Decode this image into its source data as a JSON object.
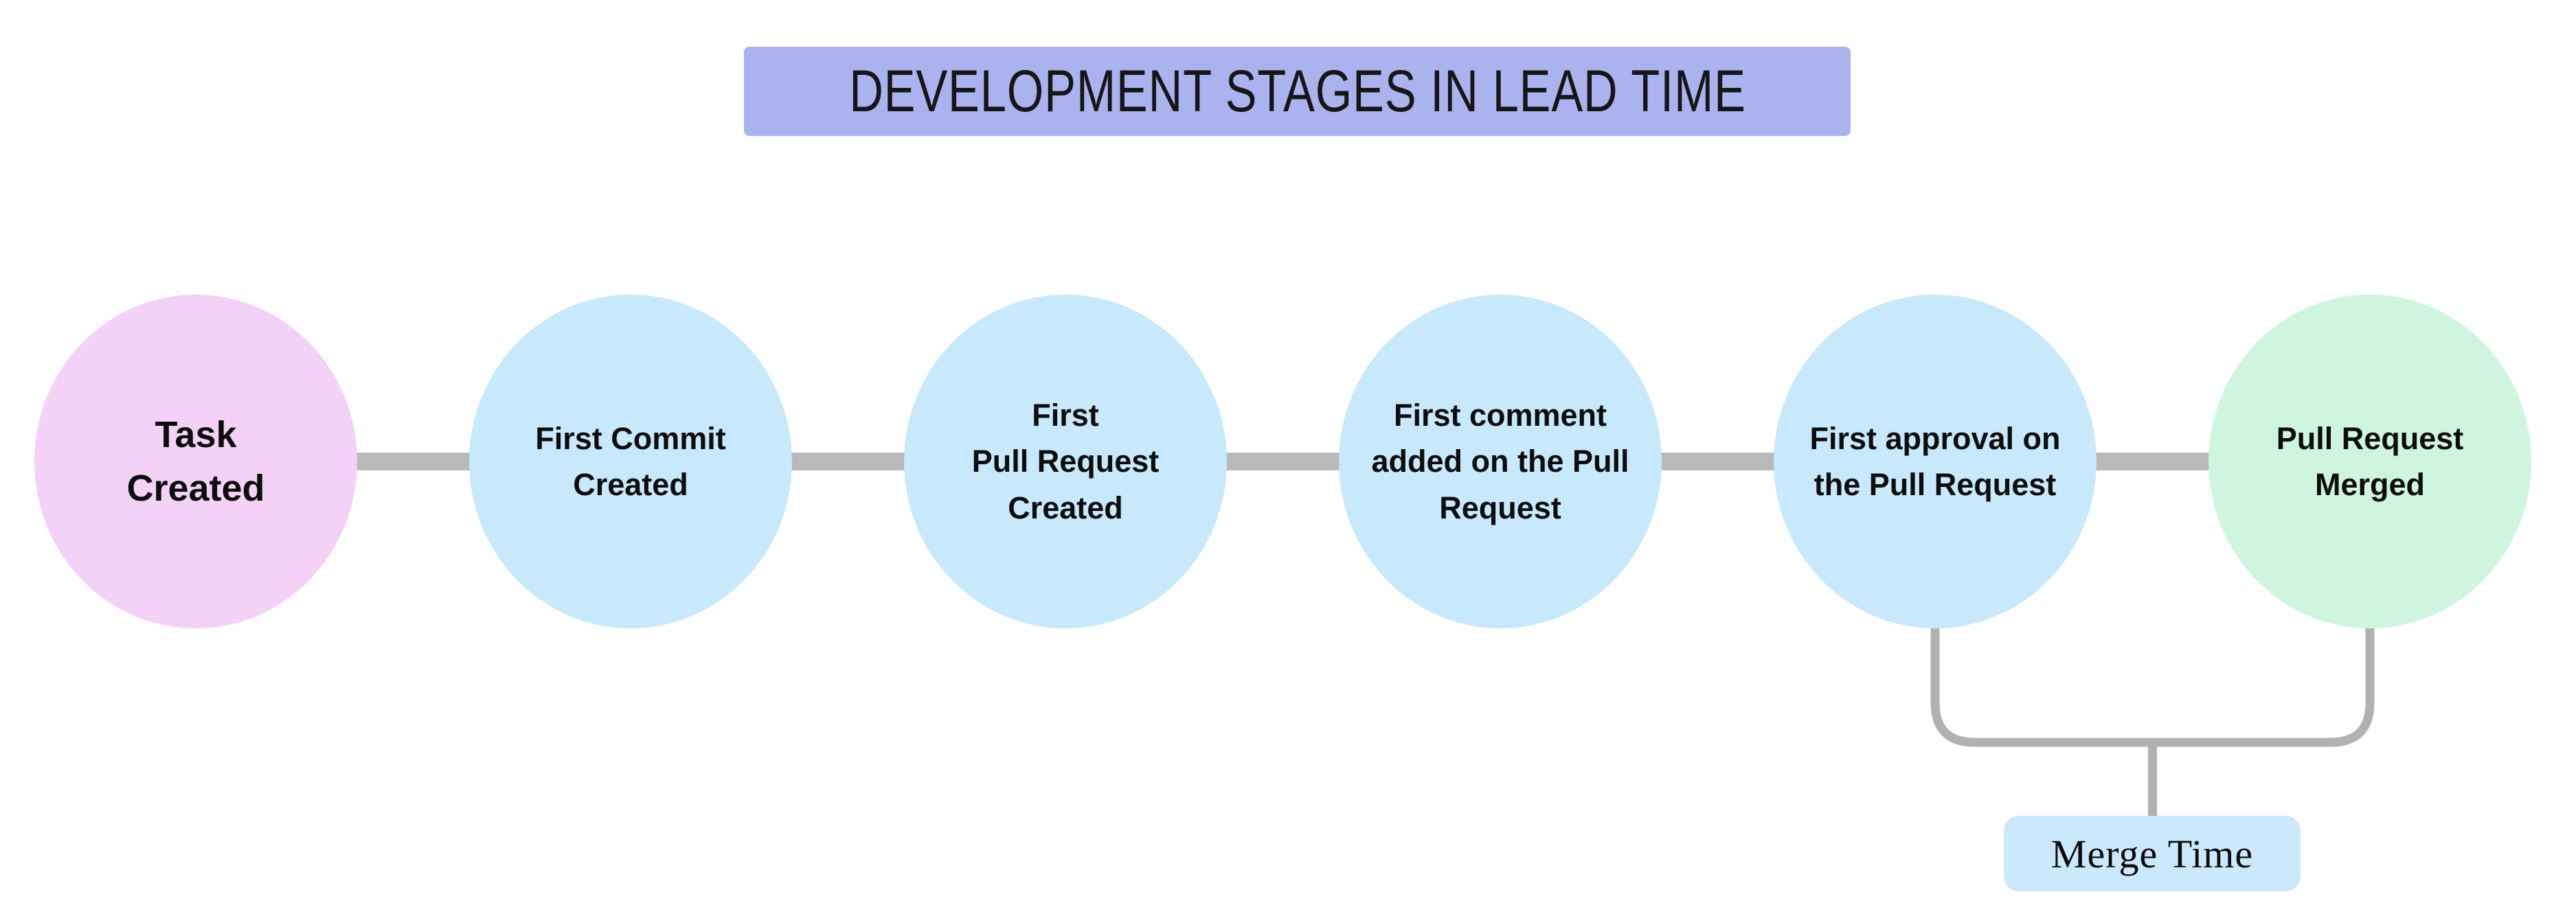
{
  "title": {
    "text": "DEVELOPMENT STAGES IN LEAD TIME"
  },
  "stages": [
    {
      "id": "task-created",
      "label": "Task\nCreated",
      "color": "#f4d1f7"
    },
    {
      "id": "first-commit-created",
      "label": "First Commit\nCreated",
      "color": "#c8e8fb"
    },
    {
      "id": "first-pull-request-created",
      "label": "First\nPull Request\nCreated",
      "color": "#c8e8fb"
    },
    {
      "id": "first-comment-added",
      "label": "First comment\nadded on the Pull\nRequest",
      "color": "#c8e8fb"
    },
    {
      "id": "first-approval",
      "label": "First approval on\nthe Pull Request",
      "color": "#c8e8fb"
    },
    {
      "id": "pull-request-merged",
      "label": "Pull Request\nMerged",
      "color": "#d0f5de"
    }
  ],
  "annotation": {
    "label": "Merge Time",
    "spans_from": "First approval on the Pull Request",
    "spans_to": "Pull Request Merged"
  },
  "colors": {
    "canvas-bg": "#ffffff",
    "title-bg": "#aab3ee",
    "stage-pink": "#f4d1f7",
    "stage-blue": "#c8e8fb",
    "stage-green": "#d0f5de",
    "connector": "#b9b9b9",
    "bracket": "#b1b1b1",
    "annotation-bg": "#cbe8fc",
    "text": "#111111"
  }
}
